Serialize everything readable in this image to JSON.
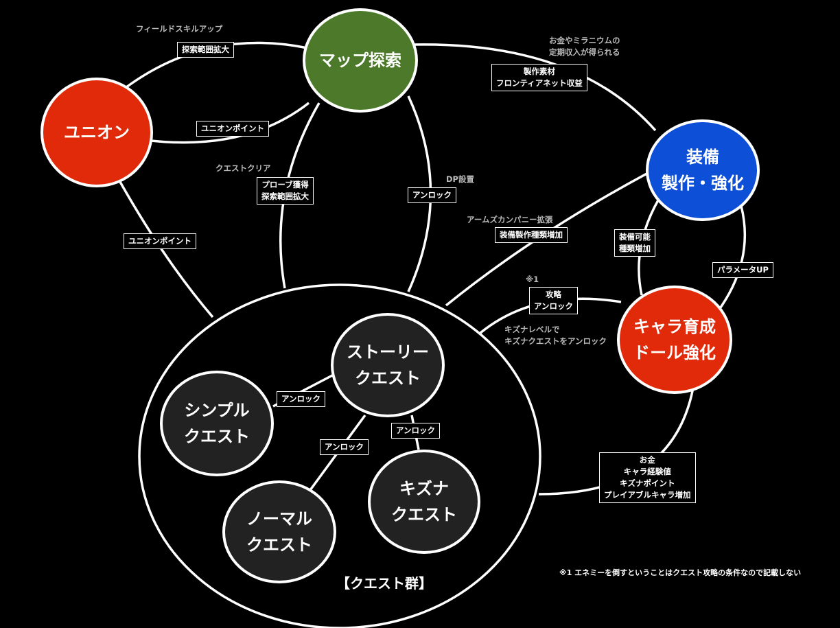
{
  "nodes": {
    "union": "ユニオン",
    "map": "マップ探索",
    "equip": "装備\n製作・強化",
    "chara": "キャラ育成\nドール強化",
    "story": "ストーリー\nクエスト",
    "simple": "シンプル\nクエスト",
    "normal": "ノーマル\nクエスト",
    "kizuna": "キズナ\nクエスト"
  },
  "group_title": "【クエスト群】",
  "labels": {
    "explore_expand": "探索範囲拡大",
    "union_point_top": "ユニオンポイント",
    "union_point_left": "ユニオンポイント",
    "probe": "プローブ獲得\n探索範囲拡大",
    "unlock_dp": "アンロック",
    "material": "製作素材\nフロンティアネット収益",
    "equip_types": "装備製作種類増加",
    "equip_possible": "装備可能\n種類増加",
    "param_up": "パラメータUP",
    "capture_unlock": "攻略\nアンロック",
    "rewards": "お金\nキャラ経験値\nキズナポイント\nプレイアブルキャラ増加",
    "unlock_simple": "アンロック",
    "unlock_normal": "アンロック",
    "unlock_kizuna": "アンロック"
  },
  "notes": {
    "field_skill": "フィールドスキルアップ",
    "money_income": "お金やミラニウムの\n定期収入が得られる",
    "quest_clear": "クエストクリア",
    "dp_setup": "DP設置",
    "arms_company": "アームズカンパニー拡張",
    "note_mark": "※1",
    "kizuna_level": "キズナレベルで\nキズナクエストをアンロック"
  },
  "footnote": "※1 エネミーを倒すということはクエスト攻略の条件なので記載しない",
  "colors": {
    "union": "#e02a0a",
    "map": "#4c7a2a",
    "equip": "#0d4fd6",
    "chara": "#e02a0a",
    "quest": "#222222"
  }
}
